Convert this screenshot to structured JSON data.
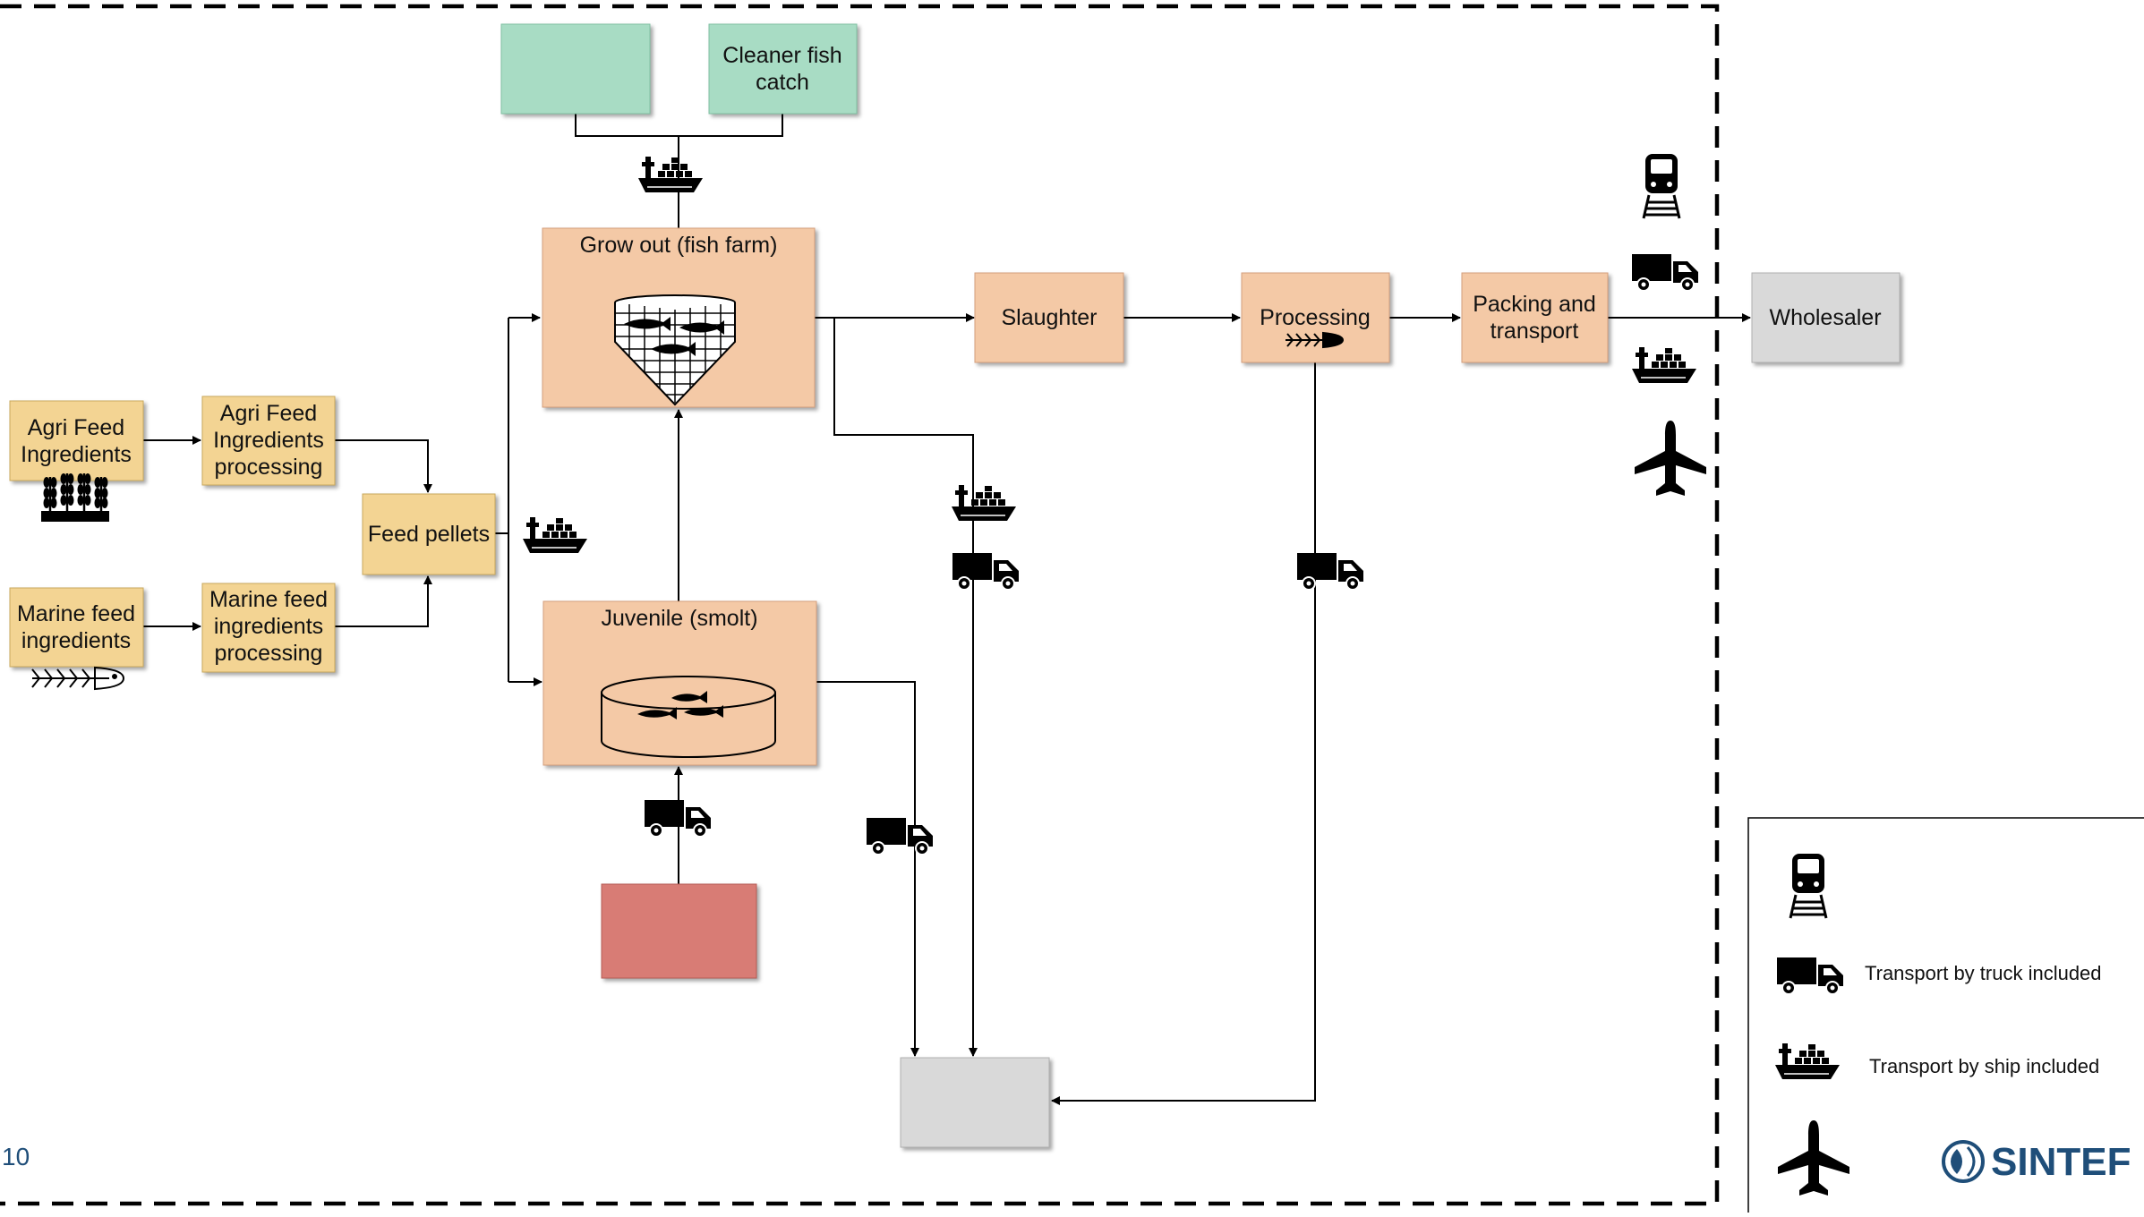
{
  "page_number": "10",
  "colors": {
    "feed_box": "#f3d493",
    "farm_box": "#f4c9a6",
    "green_box": "#a8dcc4",
    "red_box": "#d87c74",
    "grey_box": "#d9d9d9",
    "line": "#000000",
    "boundary": "#000000",
    "logo": "#1f4e79"
  },
  "boxes": {
    "agri_feed": [
      "Agri Feed",
      "Ingredients"
    ],
    "agri_proc": [
      "Agri Feed",
      "Ingredients",
      "processing"
    ],
    "marine_feed": [
      "Marine feed",
      "ingredients"
    ],
    "marine_proc": [
      "Marine feed",
      "ingredients",
      "processing"
    ],
    "feed_pellets": "Feed pellets",
    "cleaner_fish": [
      "Cleaner fish",
      "catch"
    ],
    "grow_out": "Grow out (fish farm)",
    "juvenile": "Juvenile (smolt)",
    "slaughter": "Slaughter",
    "processing": "Processing",
    "packing": [
      "Packing and",
      "transport"
    ],
    "wholesaler": "Wholesaler"
  },
  "legend": {
    "truck": "Transport by truck included",
    "ship": "Transport by ship included"
  },
  "logo": "SINTEF",
  "icons": [
    "train-icon",
    "truck-icon",
    "ship-icon",
    "airplane-icon",
    "wheat-icon",
    "fish-skeleton-icon",
    "net-pen-icon",
    "tank-icon"
  ]
}
